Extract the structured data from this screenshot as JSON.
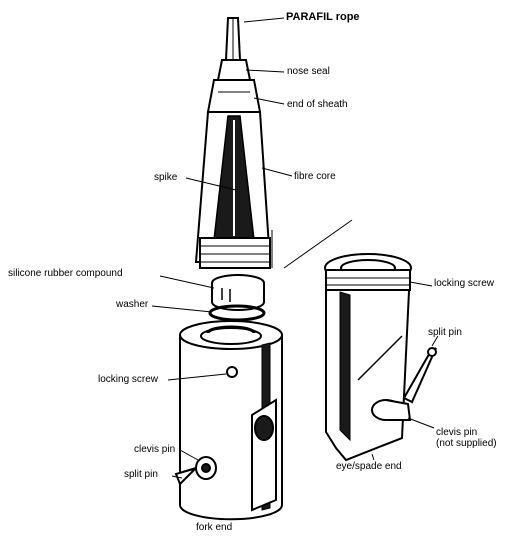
{
  "diagram": {
    "labels": {
      "parafil_rope": "PARAFIL rope",
      "nose_seal": "nose seal",
      "end_of_sheath": "end of sheath",
      "spike": "spike",
      "fibre_core": "fibre core",
      "silicone_rubber_compound": "silicone rubber compound",
      "washer": "washer",
      "locking_screw_left": "locking screw",
      "clevis_pin_left": "clevis pin",
      "split_pin_left": "split pin",
      "fork_end": "fork end",
      "locking_screw_right": "locking screw",
      "split_pin_right": "split pin",
      "clevis_pin_right": "clevis pin",
      "clevis_pin_right_note": "(not supplied)",
      "eye_spade_end": "eye/spade end"
    },
    "colors": {
      "ink": "#000000",
      "paper": "#ffffff",
      "shade": "#1a1a1a"
    }
  }
}
